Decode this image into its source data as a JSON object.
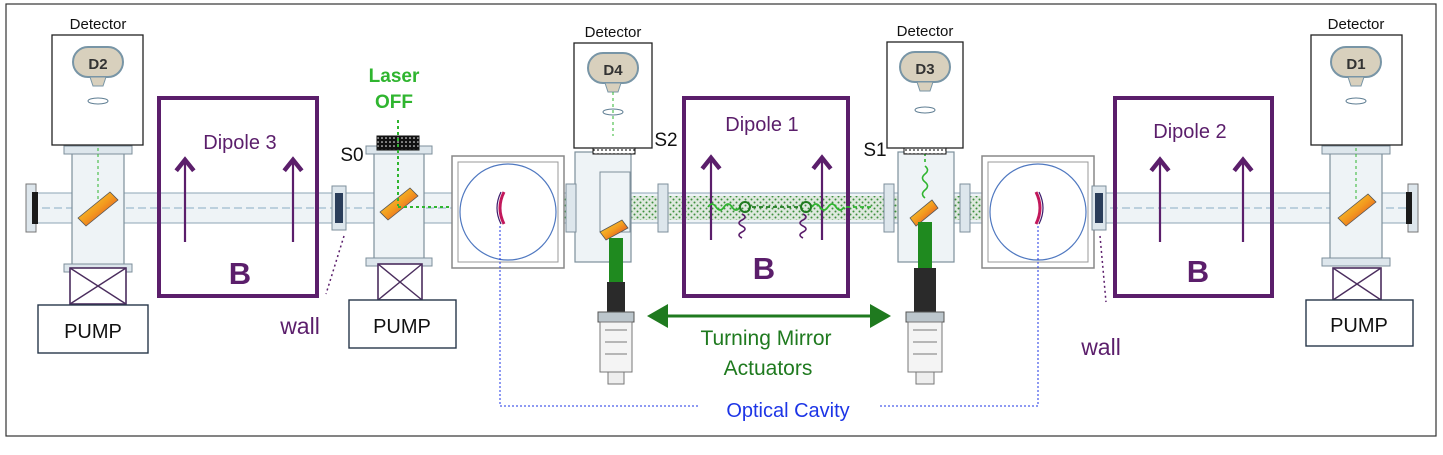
{
  "detectors": [
    {
      "id": "D2",
      "title": "Detector",
      "name": "D2"
    },
    {
      "id": "D4",
      "title": "Detector",
      "name": "D4"
    },
    {
      "id": "D3",
      "title": "Detector",
      "name": "D3"
    },
    {
      "id": "D1",
      "title": "Detector",
      "name": "D1"
    }
  ],
  "pumps": [
    {
      "label": "PUMP"
    },
    {
      "label": "PUMP"
    },
    {
      "label": "PUMP"
    }
  ],
  "dipoles": [
    {
      "label": "Dipole 3",
      "field": "B"
    },
    {
      "label": "Dipole 1",
      "field": "B"
    },
    {
      "label": "Dipole 2",
      "field": "B"
    }
  ],
  "walls": [
    {
      "label": "wall"
    },
    {
      "label": "wall"
    }
  ],
  "shutters": {
    "s0": "S0",
    "s1": "S1",
    "s2": "S2"
  },
  "laser": {
    "line1": "Laser",
    "line2": "OFF"
  },
  "actuators": {
    "line1": "Turning Mirror",
    "line2": "Actuators"
  },
  "cavity": {
    "label": "Optical Cavity"
  },
  "colors": {
    "dipole": "#5b1e6b",
    "laser": "#2fb52f",
    "actuator": "#1f7a1f",
    "cavity": "#1d35e6",
    "beamline": "#b9ccd8",
    "detector_head": "#d8d0bd"
  }
}
